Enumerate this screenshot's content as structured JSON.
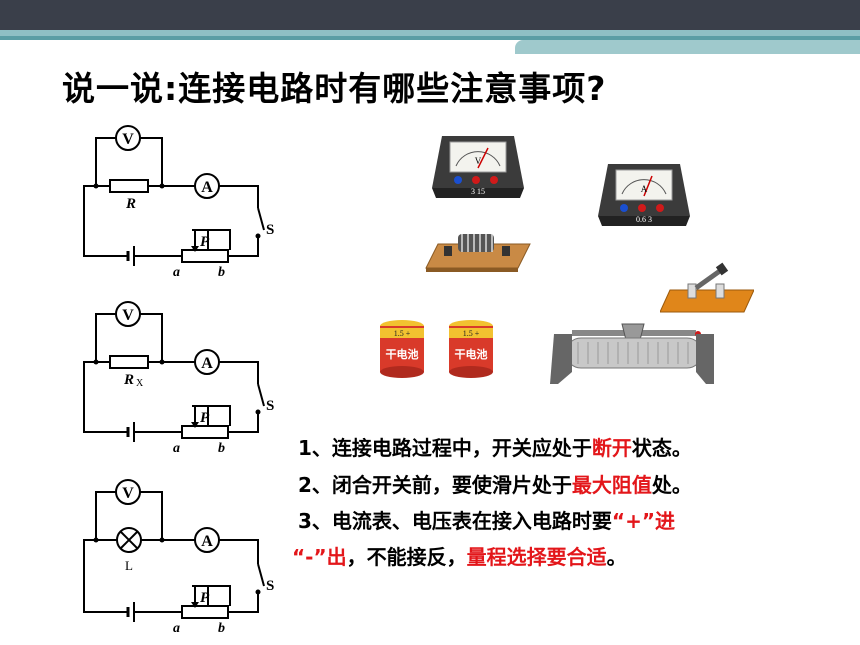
{
  "slide": {
    "title": "说一说:连接电路时有哪些注意事项?",
    "circuits": [
      {
        "meter_v": "V",
        "meter_a": "A",
        "resistor": "R",
        "switch": "S",
        "slider": "P",
        "end_a": "a",
        "end_b": "b"
      },
      {
        "meter_v": "V",
        "meter_a": "A",
        "resistor": "R",
        "resistor_sub": "X",
        "switch": "S",
        "slider": "P",
        "end_a": "a",
        "end_b": "b"
      },
      {
        "meter_v": "V",
        "meter_a": "A",
        "lamp": "L",
        "switch": "S",
        "slider": "P",
        "end_a": "a",
        "end_b": "b"
      }
    ],
    "equipment": {
      "voltmeter": {
        "letter": "V",
        "scale": "3   15"
      },
      "ammeter": {
        "letter": "A",
        "scale": "0.6   3"
      },
      "battery_1": {
        "rating": "1.5 +",
        "label": "干电池"
      },
      "battery_2": {
        "rating": "1.5 +",
        "label": "干电池"
      }
    },
    "notes": {
      "n1_pre": "1、连接电路过程中，开关应处于",
      "n1_red": "断开",
      "n1_post": "状态。",
      "n2_pre": "2、闭合开关前，要使滑片处于",
      "n2_red": "最大阻值",
      "n2_post": "处。",
      "n3_pre": "3、电流表、电压表在接入电路时要",
      "n3_red": "“+”进",
      "n4_red1": "“-”出",
      "n4_mid": "，不能接反，",
      "n4_red2": "量程选择要合适",
      "n4_post": "。"
    }
  }
}
